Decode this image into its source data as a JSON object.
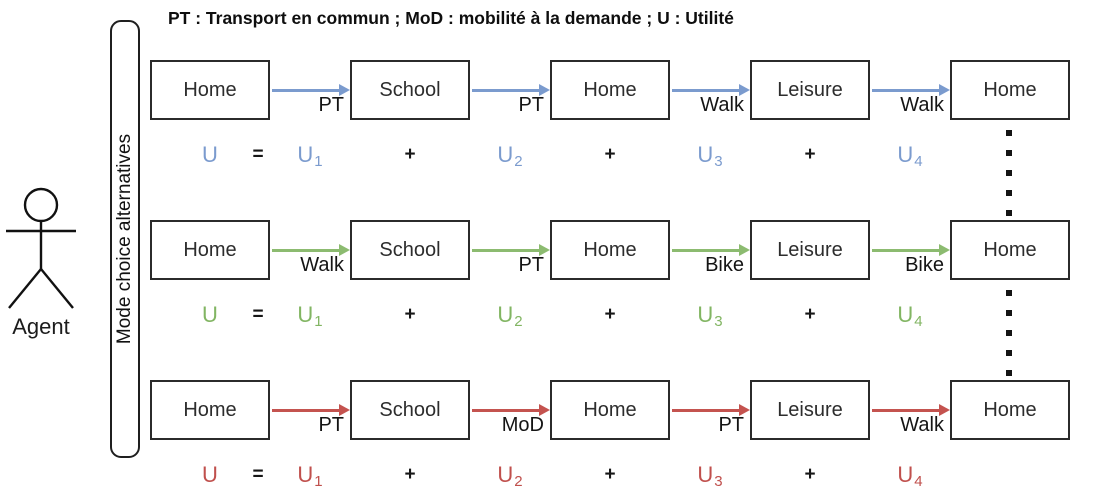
{
  "title": "PT : Transport en commun ; MoD : mobilité à la demande ; U : Utilité",
  "agent": {
    "label": "Agent",
    "figure": "stick-person-icon"
  },
  "bar": {
    "label": "Mode choice alternatives"
  },
  "colors": {
    "alternative1": "#7b9bce",
    "alternative2": "#8cbb70",
    "alternative3": "#c0504d",
    "box_border": "#2b2b2b",
    "text": "#2d2d2d"
  },
  "continuation": {
    "style": "vertical-dotted-line"
  },
  "rows": [
    {
      "name": "alternative-1",
      "color": "#7b9bce",
      "activities": [
        "Home",
        "School",
        "Home",
        "Leisure",
        "Home"
      ],
      "modes": [
        "PT",
        "PT",
        "Walk",
        "Walk"
      ],
      "equation": {
        "lhs": "U",
        "eq": "=",
        "ops": [
          "+",
          "+",
          "+"
        ],
        "terms": [
          {
            "base": "U",
            "sub": "1"
          },
          {
            "base": "U",
            "sub": "2"
          },
          {
            "base": "U",
            "sub": "3"
          },
          {
            "base": "U",
            "sub": "4"
          }
        ]
      }
    },
    {
      "name": "alternative-2",
      "color": "#8cbb70",
      "activities": [
        "Home",
        "School",
        "Home",
        "Leisure",
        "Home"
      ],
      "modes": [
        "Walk",
        "PT",
        "Bike",
        "Bike"
      ],
      "equation": {
        "lhs": "U",
        "eq": "=",
        "ops": [
          "+",
          "+",
          "+"
        ],
        "terms": [
          {
            "base": "U",
            "sub": "1"
          },
          {
            "base": "U",
            "sub": "2"
          },
          {
            "base": "U",
            "sub": "3"
          },
          {
            "base": "U",
            "sub": "4"
          }
        ]
      }
    },
    {
      "name": "alternative-3",
      "color": "#c0504d",
      "activities": [
        "Home",
        "School",
        "Home",
        "Leisure",
        "Home"
      ],
      "modes": [
        "PT",
        "MoD",
        "PT",
        "Walk"
      ],
      "equation": {
        "lhs": "U",
        "eq": "=",
        "ops": [
          "+",
          "+",
          "+"
        ],
        "terms": [
          {
            "base": "U",
            "sub": "1"
          },
          {
            "base": "U",
            "sub": "2"
          },
          {
            "base": "U",
            "sub": "3"
          },
          {
            "base": "U",
            "sub": "4"
          }
        ]
      }
    }
  ]
}
